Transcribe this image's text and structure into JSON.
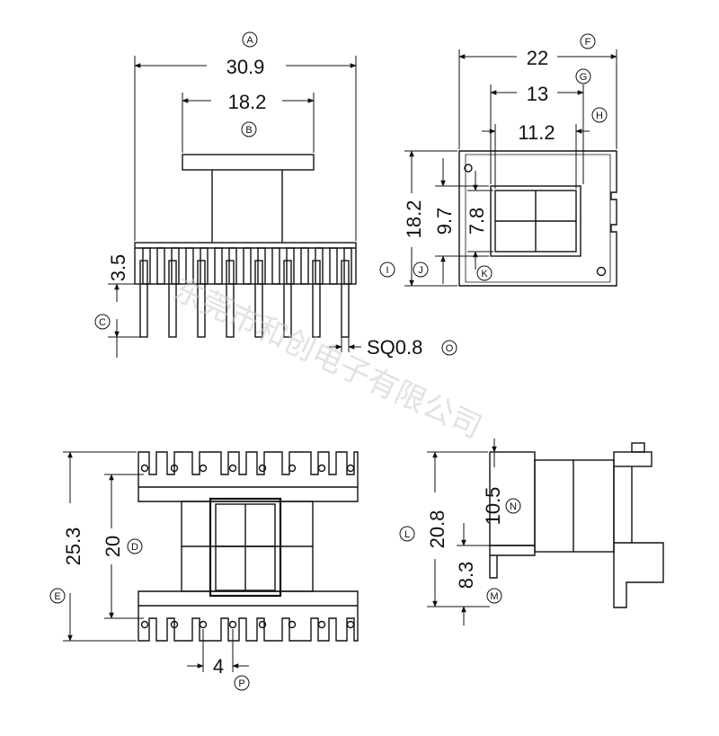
{
  "watermark": "东莞市和创电子有限公司",
  "dimensions": {
    "A": {
      "label": "A",
      "value": "30.9"
    },
    "B": {
      "label": "B",
      "value": "18.2"
    },
    "C": {
      "label": "C",
      "value": "3.5"
    },
    "D": {
      "label": "D",
      "value": "20"
    },
    "E": {
      "label": "E",
      "value": "25.3"
    },
    "F": {
      "label": "F",
      "value": "22"
    },
    "G": {
      "label": "G",
      "value": "13"
    },
    "H": {
      "label": "H",
      "value": "11.2"
    },
    "I": {
      "label": "I",
      "value": "18.2"
    },
    "J": {
      "label": "J",
      "value": "9.7"
    },
    "K": {
      "label": "K",
      "value": "7.8"
    },
    "L": {
      "label": "L",
      "value": "20.8"
    },
    "M": {
      "label": "M",
      "value": "8.3"
    },
    "N": {
      "label": "N",
      "value": "10.5"
    },
    "O": {
      "label": "O",
      "value": "SQ0.8"
    },
    "P": {
      "label": "P",
      "value": "4"
    }
  }
}
